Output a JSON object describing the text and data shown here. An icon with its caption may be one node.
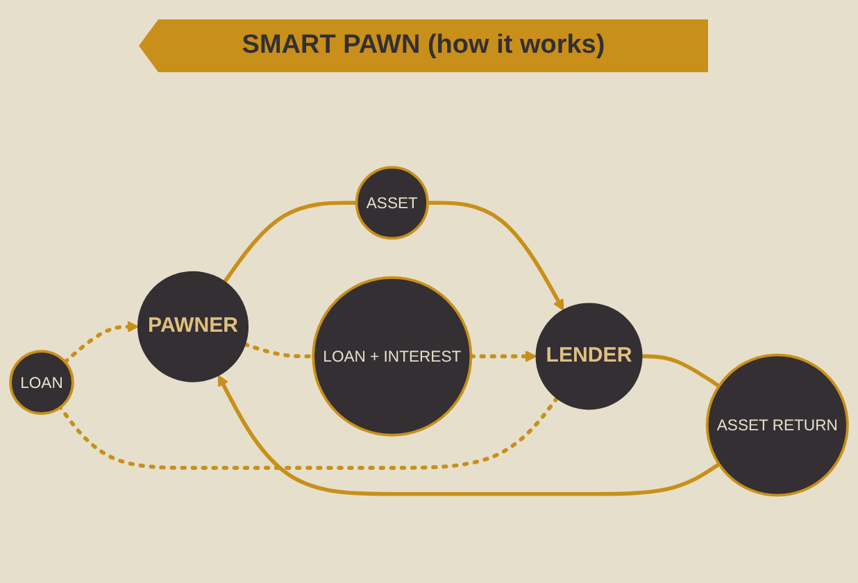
{
  "diagram": {
    "title": "SMART PAWN (how it works)",
    "nodes": [
      {
        "text": [
          "LOAN"
        ]
      },
      {
        "text": [
          "PAWNER"
        ]
      },
      {
        "text": [
          "ASSET"
        ]
      },
      {
        "text": [
          "LENDER"
        ]
      },
      {
        "text": [
          "ASSET RETURN"
        ]
      },
      {
        "text": [
          "LOAN + INTEREST"
        ]
      }
    ],
    "edges": [
      {
        "from": 3,
        "to": 0,
        "arrow": "none",
        "style": "dashed"
      },
      {
        "from": 0,
        "to": 1,
        "arrow": "to",
        "style": "dashed"
      },
      {
        "from": 1,
        "to": 2,
        "arrow": "none"
      },
      {
        "from": 2,
        "to": 3,
        "arrow": "to"
      },
      {
        "from": 3,
        "to": 4,
        "arrow": "none"
      },
      {
        "from": 4,
        "to": 1,
        "arrow": "to"
      },
      {
        "from": 1,
        "to": 5,
        "arrow": "none",
        "style": "dashed"
      },
      {
        "from": 5,
        "to": 3,
        "arrow": "to",
        "style": "dashed"
      }
    ]
  }
}
